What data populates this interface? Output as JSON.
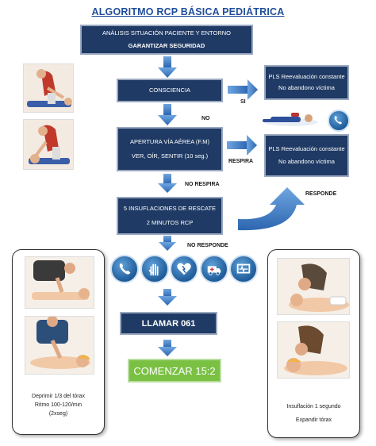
{
  "title": "ALGORITMO RCP BÁSICA PEDIÁTRICA",
  "steps": {
    "analysis": {
      "line1": "ANÁLISIS SITUACIÓN PACIENTE Y ENTORNO",
      "line2": "GARANTIZAR SEGURIDAD"
    },
    "conscious": {
      "label": "CONSCIENCIA"
    },
    "airway": {
      "line1": "APERTURA VÍA AÉREA (F.M)",
      "line2": "VER, OÍR, SENTIR (10 seg.)"
    },
    "rescue": {
      "line1": "5 INSUFLACIONES DE RESCATE",
      "line2": "2 MINUTOS RCP"
    },
    "call": {
      "label": "LLAMAR 061"
    },
    "start": {
      "label": "COMENZAR 15:2"
    }
  },
  "side_boxes": {
    "pls1": {
      "line1": "PLS Reevaluación constante",
      "line2": "No abandono víctima"
    },
    "pls2": {
      "line1": "PLS Reevaluación constante",
      "line2": "No abandono víctima"
    }
  },
  "labels": {
    "si": "SI",
    "no": "NO",
    "respira": "RESPIRA",
    "no_respira": "NO RESPIRA",
    "responde": "RESPONDE",
    "no_responde": "NO RESPONDE"
  },
  "panels": {
    "left": {
      "line1": "Deprimir 1/3 del tórax",
      "line2": "Ritmo 100-120/min",
      "line3": "(2xseg)"
    },
    "right": {
      "line1": "Insuflación 1 segundo",
      "line2": "Expandir tórax"
    }
  },
  "icons": [
    "phone-icon",
    "hand-icon",
    "heart-icon",
    "ambulance-icon",
    "monitor-icon"
  ],
  "colors": {
    "box": "#1f3a64",
    "arrow": "#3b78c4",
    "title": "#1f4e99",
    "start": "#7ac143"
  }
}
